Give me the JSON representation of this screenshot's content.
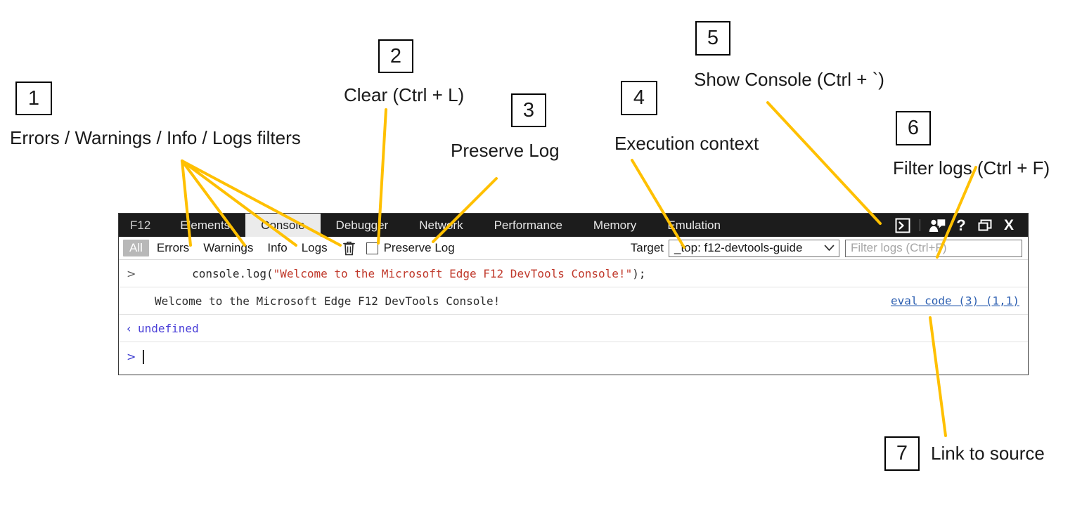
{
  "devtools": {
    "tabs": [
      {
        "label": "F12",
        "active": false,
        "brand": true
      },
      {
        "label": "Elements",
        "active": false
      },
      {
        "label": "Console",
        "active": true
      },
      {
        "label": "Debugger",
        "active": false
      },
      {
        "label": "Network",
        "active": false
      },
      {
        "label": "Performance",
        "active": false
      },
      {
        "label": "Memory",
        "active": false
      },
      {
        "label": "Emulation",
        "active": false
      }
    ],
    "titlebar_icons": [
      {
        "name": "show-console-icon",
        "glyph": "console-box"
      },
      {
        "name": "feedback-icon",
        "glyph": "person-speech"
      },
      {
        "name": "help-icon",
        "glyph": "?"
      },
      {
        "name": "dock-window-icon",
        "glyph": "window"
      },
      {
        "name": "close-icon",
        "glyph": "X"
      }
    ],
    "toolbar": {
      "filters": [
        {
          "label": "All",
          "selected": true
        },
        {
          "label": "Errors",
          "selected": false
        },
        {
          "label": "Warnings",
          "selected": false
        },
        {
          "label": "Info",
          "selected": false
        },
        {
          "label": "Logs",
          "selected": false
        }
      ],
      "clear_icon": "trash-icon",
      "preserve_log_label": "Preserve Log",
      "preserve_log_checked": false,
      "target_label": "Target",
      "target_value": "_top: f12-devtools-guide",
      "target_caret": "⌄",
      "filter_placeholder": "Filter logs (Ctrl+F)",
      "filter_value": ""
    },
    "console_rows": [
      {
        "type": "input",
        "glyph": ">",
        "code_prefix": "console.log(",
        "code_string": "\"Welcome to the Microsoft Edge F12 DevTools Console!\"",
        "code_suffix": ");",
        "source_link": ""
      },
      {
        "type": "output",
        "glyph": "",
        "message": "Welcome to the Microsoft Edge F12 DevTools Console!",
        "source_link": "eval code (3) (1,1)"
      },
      {
        "type": "result",
        "glyph": "‹",
        "message": "undefined",
        "source_link": ""
      },
      {
        "type": "prompt",
        "glyph": ">",
        "message": "",
        "source_link": ""
      }
    ]
  },
  "annotations": [
    {
      "number": "1",
      "label": "Errors / Warnings / Info / Logs filters"
    },
    {
      "number": "2",
      "label": "Clear (Ctrl + L)"
    },
    {
      "number": "3",
      "label": "Preserve Log"
    },
    {
      "number": "4",
      "label": "Execution context"
    },
    {
      "number": "5",
      "label": "Show Console (Ctrl + `)"
    },
    {
      "number": "6",
      "label": "Filter logs (Ctrl + F)"
    },
    {
      "number": "7",
      "label": "Link to source"
    }
  ],
  "colors": {
    "leader_line": "#FFC000",
    "tabbar_bg": "#1C1C1C",
    "active_tab_bg": "#EBEBEB",
    "string_literal": "#C0392B",
    "undefined_value": "#4A3FD8",
    "source_link": "#2A5DB0"
  }
}
